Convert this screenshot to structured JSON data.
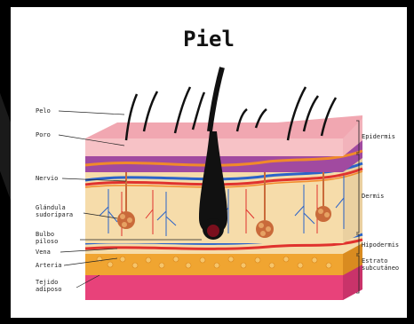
{
  "title": "Piel",
  "left_labels": {
    "pelo": "Pelo",
    "poro": "Poro",
    "nervio": "Nervio",
    "glandula_1": "Glándula",
    "glandula_2": "sudorípara",
    "bulbo_1": "Bulbo",
    "bulbo_2": "piloso",
    "vena": "Vena",
    "arteria": "Arteria",
    "tejido_1": "Tejido",
    "tejido_2": "adiposo"
  },
  "right_labels": {
    "epidermis": "Epidermis",
    "dermis": "Dermis",
    "hipodermis": "Hipodermis",
    "estrato_1": "Estrato",
    "estrato_2": "subcutáneo"
  },
  "colors": {
    "epidermis_top": "#f1a7b1",
    "epidermis_purple": "#a14aa0",
    "dermis": "#f6dcaa",
    "fat": "#f0a531",
    "base": "#e8427a",
    "vein": "#2b63c9",
    "artery": "#e0322e",
    "hair": "#111111"
  }
}
